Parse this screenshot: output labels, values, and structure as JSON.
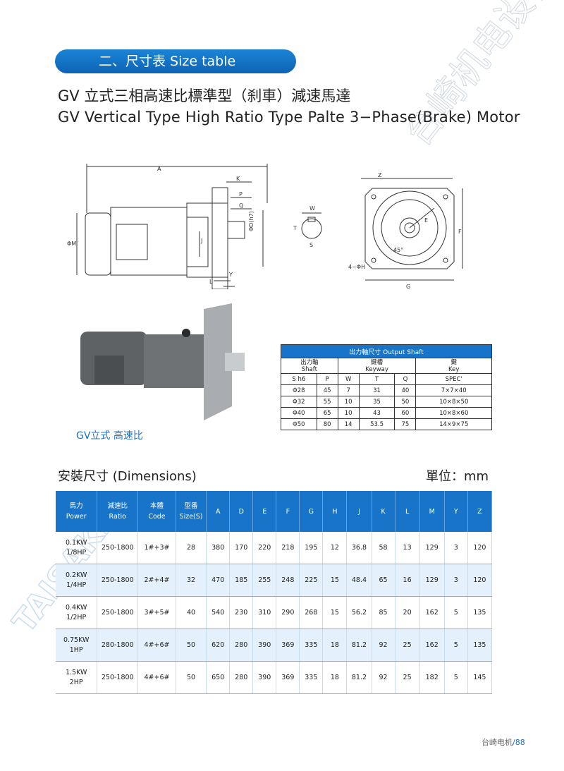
{
  "section_pill": "二、尺寸表 Size table",
  "title_cn": "GV 立式三相高速比標準型（刹車）減速馬達",
  "title_en": "GV Vertical Type High Ratio Type Palte 3−Phase(Brake) Motor",
  "photo_caption": "GV立式 高速比",
  "watermark_text": "台崎机电设备（上海）有限公司",
  "logo_text": "TAISAKI",
  "drawing_labels": {
    "A": "A",
    "K": "K",
    "P": "P",
    "Q": "Q",
    "J": "J",
    "M": "ΦM",
    "D": "ΦD(h7)",
    "L": "L",
    "Y": "Y",
    "W": "W",
    "T": "T",
    "S": "S",
    "Z": "Z",
    "E": "E",
    "F": "F",
    "G": "G",
    "H": "4−ΦH",
    "angle": "45°"
  },
  "output_shaft": {
    "title": "出力軸尺寸  Output Shaft",
    "groups": [
      {
        "cn": "出力軸",
        "en": "Shaft"
      },
      {
        "cn": "鍵槽",
        "en": "Keyway"
      },
      {
        "cn": "鍵",
        "en": "Key"
      }
    ],
    "headers": [
      "S  h6",
      "P",
      "W",
      "T",
      "Q",
      "SPEC'"
    ],
    "rows": [
      [
        "Φ28",
        "45",
        "7",
        "31",
        "40",
        "7×7×40"
      ],
      [
        "Φ32",
        "55",
        "10",
        "35",
        "50",
        "10×8×50"
      ],
      [
        "Φ40",
        "65",
        "10",
        "43",
        "60",
        "10×8×60"
      ],
      [
        "Φ50",
        "80",
        "14",
        "53.5",
        "75",
        "14×9×75"
      ]
    ]
  },
  "dimensions_title": "安裝尺寸 (Dimensions)",
  "unit_label": "單位：mm",
  "dims_headers": [
    {
      "cn": "馬力",
      "en": "Power"
    },
    {
      "cn": "減速比",
      "en": "Ratio"
    },
    {
      "cn": "本體",
      "en": "Code"
    },
    {
      "cn": "型番",
      "en": "Size(S)"
    },
    {
      "cn": "",
      "en": "A"
    },
    {
      "cn": "",
      "en": "D"
    },
    {
      "cn": "",
      "en": "E"
    },
    {
      "cn": "",
      "en": "F"
    },
    {
      "cn": "",
      "en": "G"
    },
    {
      "cn": "",
      "en": "H"
    },
    {
      "cn": "",
      "en": "J"
    },
    {
      "cn": "",
      "en": "K"
    },
    {
      "cn": "",
      "en": "L"
    },
    {
      "cn": "",
      "en": "M"
    },
    {
      "cn": "",
      "en": "Y"
    },
    {
      "cn": "",
      "en": "Z"
    }
  ],
  "dims_rows": [
    {
      "power": "0.1KW",
      "hp": "1/8HP",
      "cells": [
        "250-1800",
        "1#+3#",
        "28",
        "380",
        "170",
        "220",
        "218",
        "195",
        "12",
        "36.8",
        "58",
        "13",
        "129",
        "3",
        "120"
      ]
    },
    {
      "power": "0.2KW",
      "hp": "1/4HP",
      "cells": [
        "250-1800",
        "2#+4#",
        "32",
        "470",
        "185",
        "255",
        "248",
        "225",
        "15",
        "48.4",
        "65",
        "16",
        "129",
        "3",
        "120"
      ]
    },
    {
      "power": "0.4KW",
      "hp": "1/2HP",
      "cells": [
        "250-1800",
        "3#+5#",
        "40",
        "540",
        "230",
        "310",
        "290",
        "268",
        "15",
        "56.2",
        "85",
        "20",
        "162",
        "5",
        "135"
      ]
    },
    {
      "power": "0.75KW",
      "hp": "1HP",
      "cells": [
        "280-1800",
        "4#+6#",
        "50",
        "620",
        "280",
        "390",
        "369",
        "335",
        "18",
        "81.2",
        "92",
        "25",
        "162",
        "5",
        "135"
      ]
    },
    {
      "power": "1.5KW",
      "hp": "2HP",
      "cells": [
        "250-1800",
        "4#+6#",
        "50",
        "650",
        "280",
        "390",
        "369",
        "335",
        "18",
        "81.2",
        "92",
        "25",
        "182",
        "5",
        "145"
      ]
    }
  ],
  "footer_company": "台崎电机",
  "footer_page": "/88",
  "colors": {
    "accent": "#1874c9",
    "row_alt": "#e4f0fb",
    "caption": "#1a6fc0"
  }
}
